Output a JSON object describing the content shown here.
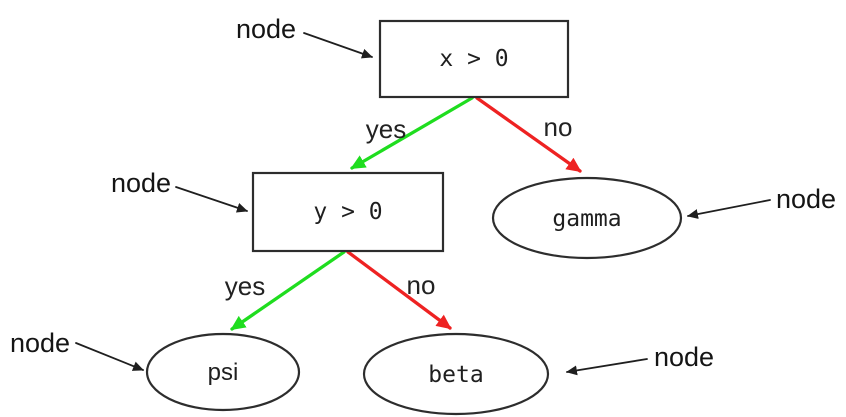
{
  "diagram": {
    "type": "decision-tree",
    "annotation_label": "node",
    "nodes": {
      "root": {
        "label": "x > 0",
        "shape": "rectangle"
      },
      "inner": {
        "label": "y > 0",
        "shape": "rectangle"
      },
      "gamma": {
        "label": "gamma",
        "shape": "ellipse"
      },
      "psi": {
        "label": "psi",
        "shape": "ellipse"
      },
      "beta": {
        "label": "beta",
        "shape": "ellipse"
      }
    },
    "edges": {
      "root_yes": {
        "from": "x > 0",
        "to": "y > 0",
        "label": "yes",
        "color": "#1fdd1f"
      },
      "root_no": {
        "from": "x > 0",
        "to": "gamma",
        "label": "no",
        "color": "#ee2222"
      },
      "inner_yes": {
        "from": "y > 0",
        "to": "psi",
        "label": "yes",
        "color": "#1fdd1f"
      },
      "inner_no": {
        "from": "y > 0",
        "to": "beta",
        "label": "no",
        "color": "#ee2222"
      }
    },
    "colors": {
      "yes_edge": "#1fdd1f",
      "no_edge": "#ee2222",
      "outline": "#2d2d2d"
    }
  }
}
